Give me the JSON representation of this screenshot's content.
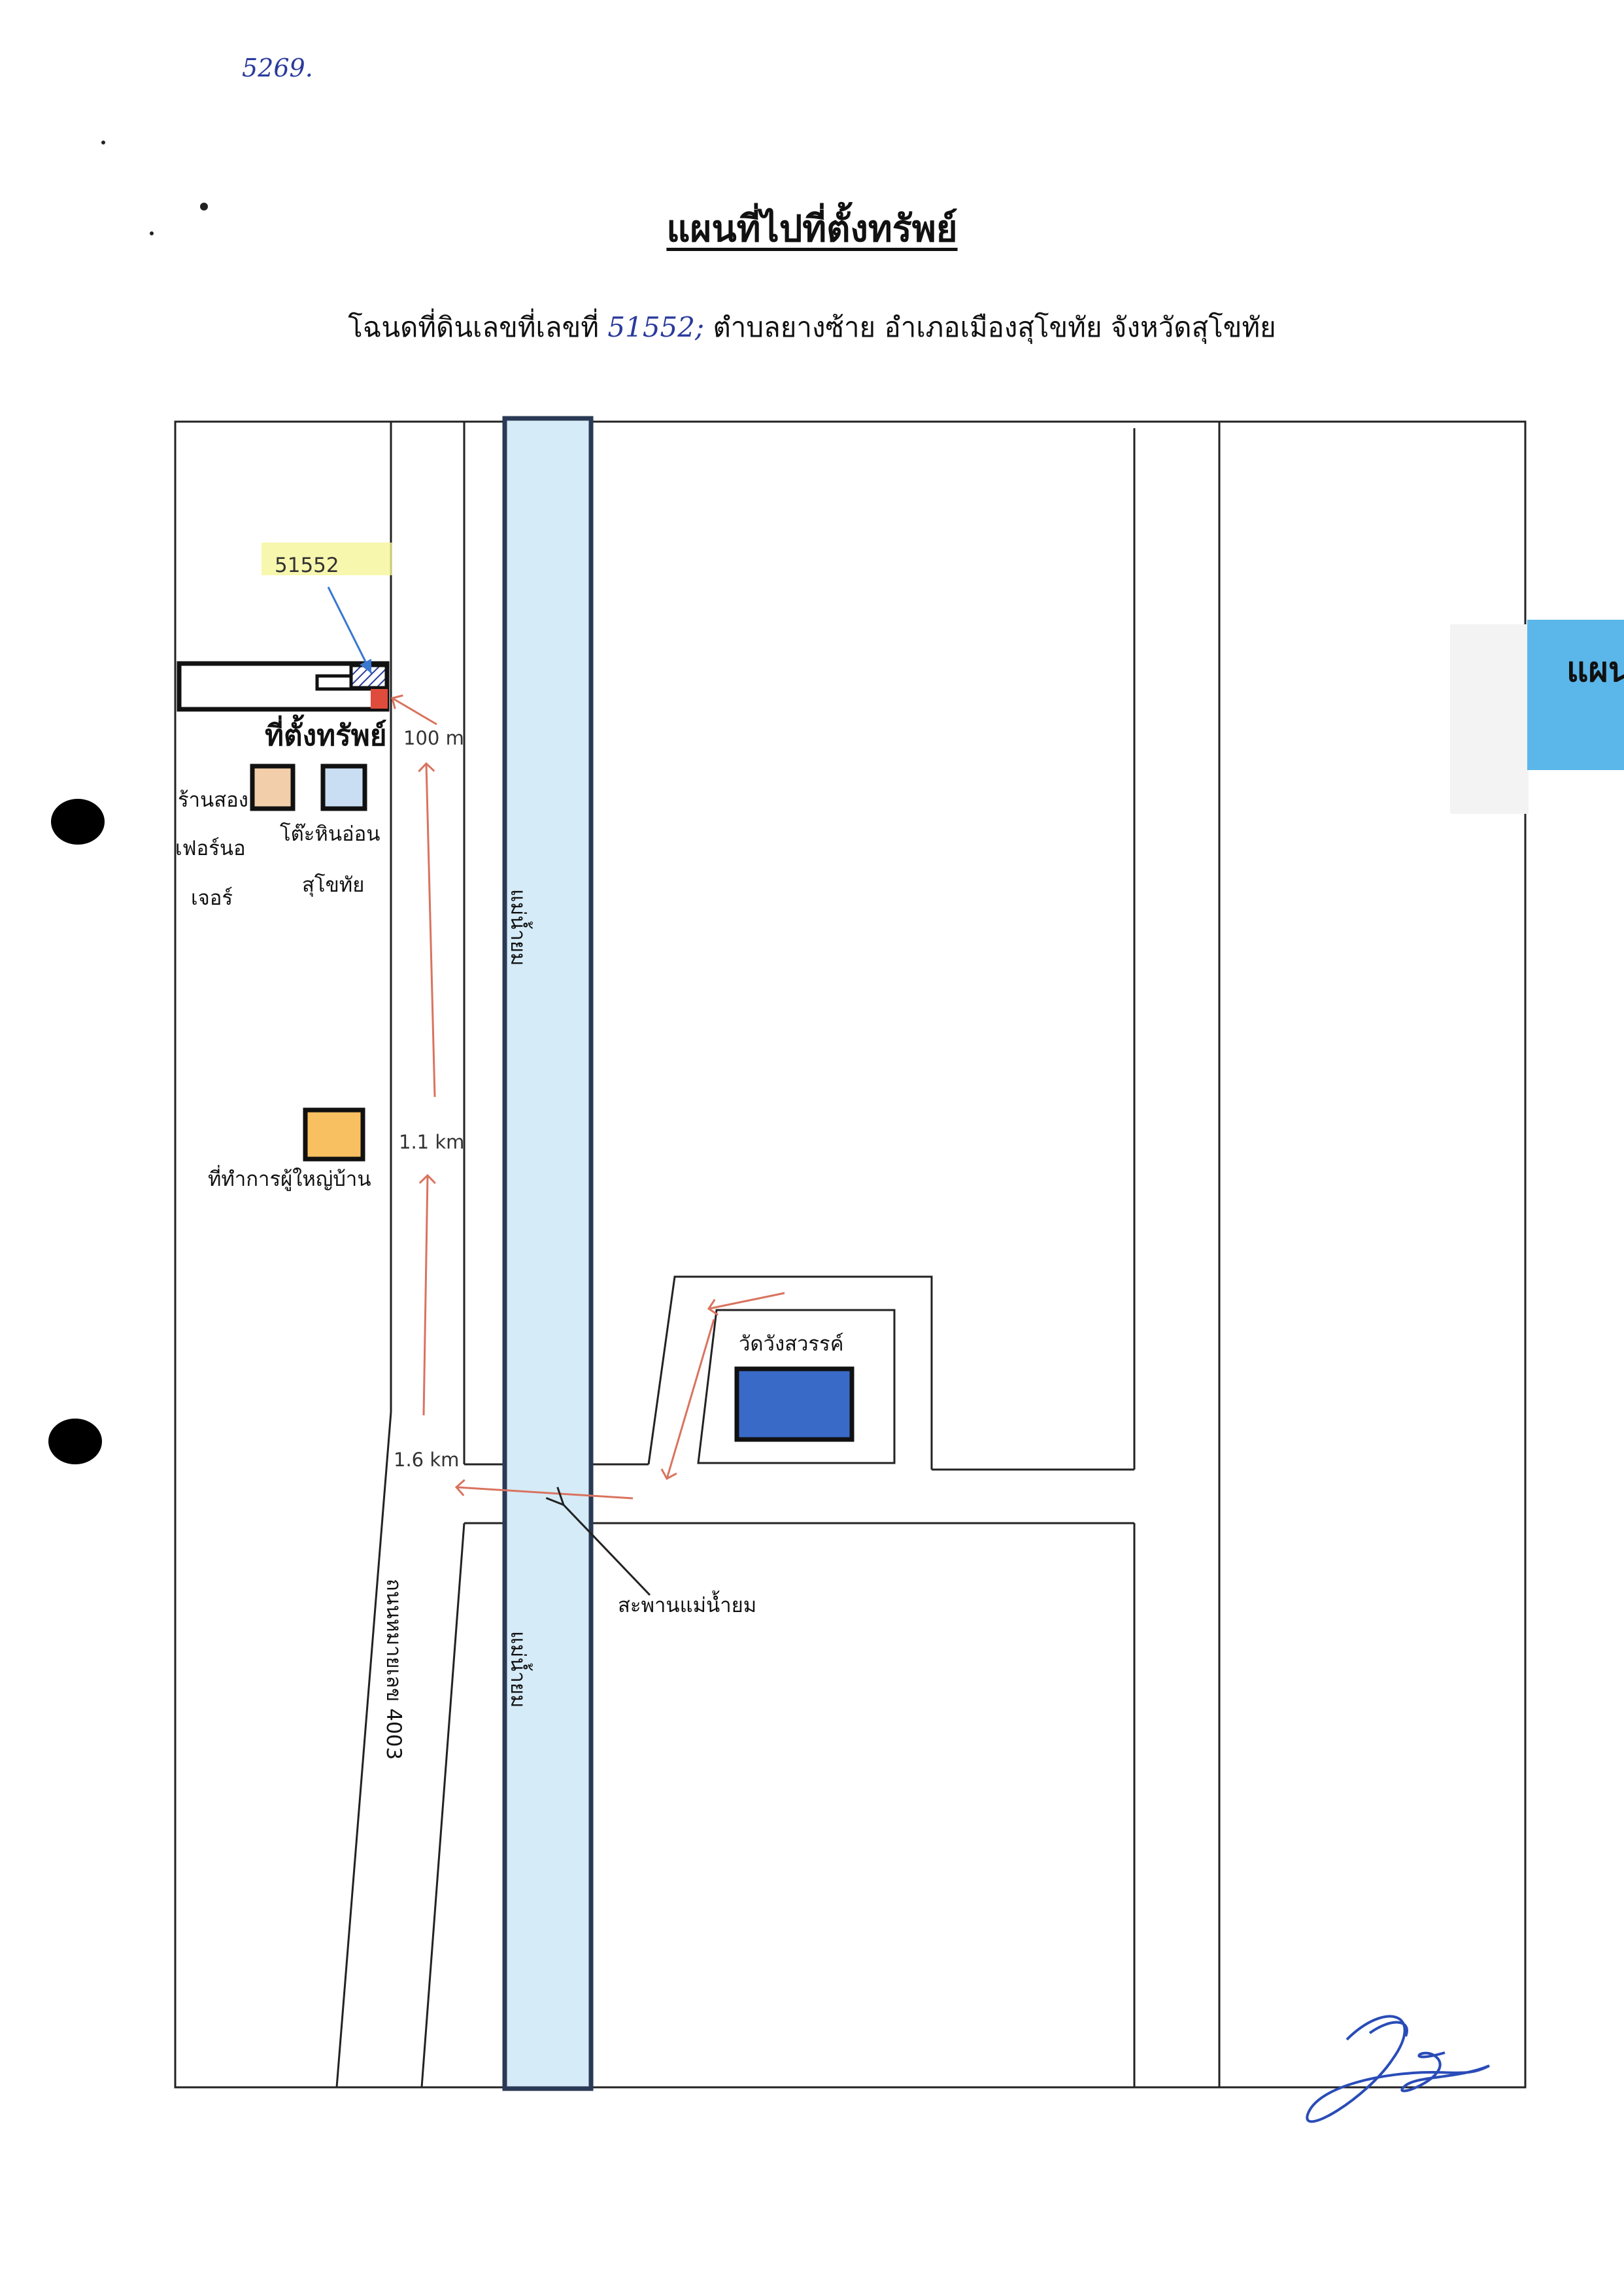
{
  "page_number": "5269.",
  "title": "แผนที่ไปที่ตั้งทรัพย์",
  "subtitle": {
    "prefix": "โฉนดที่ดินเลขที่เลขที่",
    "deed_number": "51552",
    "suffix": "ตำบลยางซ้าย อำเภอเมืองสุโขทัย จังหวัดสุโขทัย"
  },
  "map": {
    "parcel_label": "51552",
    "property_label": "ที่ตั้งทรัพย์",
    "landmarks": {
      "shop_line1": "ร้านสอง",
      "shop_line2": "เฟอร์นอ",
      "shop_line3": "เจอร์",
      "stone_line1": "โต๊ะหินอ่อน",
      "stone_line2": "สุโขทัย",
      "headman": "ที่ทำการผู้ใหญ่บ้าน",
      "temple": "วัดวังสวรรค์",
      "bridge": "สะพานแม่น้ำยม"
    },
    "river_label_top": "แม่น้ำยม",
    "river_label_bottom": "แม่น้ำยม",
    "road_label": "ถนนหมายเลข 4003",
    "distances": {
      "d100": "100 m",
      "d1100": "1.1 km",
      "d1600": "1.6 km"
    },
    "colors": {
      "river_fill": "#d6ebf8",
      "river_border": "#2a3a55",
      "route": "#d9735f",
      "shop": "#f2cfaa",
      "stone": "#c9def2",
      "headman": "#f8c060",
      "temple": "#3a6ac8",
      "property_marker": "#e04c3c",
      "highlight": "#f5f59a"
    }
  },
  "sticky_note": "แผนที",
  "icons": [
    "arrow-icon",
    "signature-icon",
    "hatched-parcel-icon"
  ]
}
